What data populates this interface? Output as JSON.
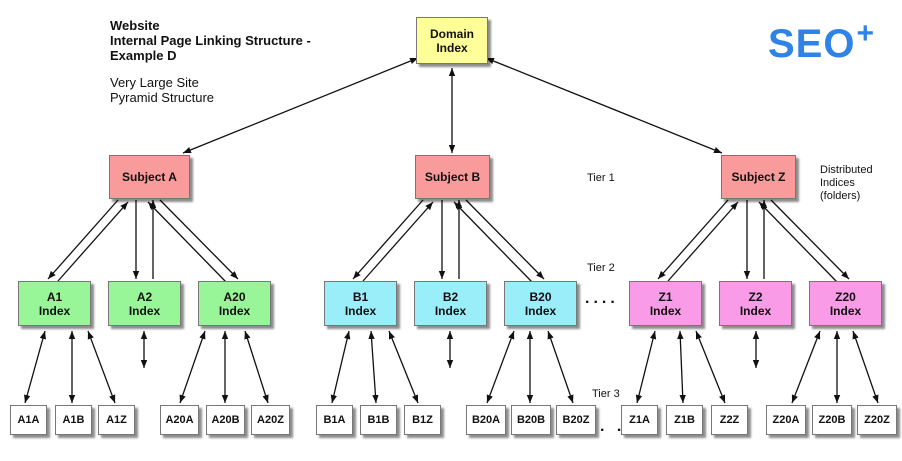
{
  "title": {
    "line1": "Website",
    "line2": "Internal Page Linking Structure -",
    "line3": "Example D",
    "line4": "Very Large Site",
    "line5": "Pyramid Structure"
  },
  "logo": {
    "text": "SEO",
    "plus": "+"
  },
  "domain": {
    "line1": "Domain",
    "line2": "Index"
  },
  "subjects": {
    "a": "Subject  A",
    "b": "Subject  B",
    "z": "Subject  Z"
  },
  "labels": {
    "tier1": "Tier 1",
    "tier2": "Tier 2",
    "tier3": "Tier 3",
    "distributed1": "Distributed",
    "distributed2": "Indices",
    "distributed3": "(folders)",
    "dots_tier2": "....",
    "dots_tier3": ". ."
  },
  "indices": {
    "a1": {
      "l1": "A1",
      "l2": "Index"
    },
    "a2": {
      "l1": "A2",
      "l2": "Index"
    },
    "a20": {
      "l1": "A20",
      "l2": "Index"
    },
    "b1": {
      "l1": "B1",
      "l2": "Index"
    },
    "b2": {
      "l1": "B2",
      "l2": "Index"
    },
    "b20": {
      "l1": "B20",
      "l2": "Index"
    },
    "z1": {
      "l1": "Z1",
      "l2": "Index"
    },
    "z2": {
      "l1": "Z2",
      "l2": "Index"
    },
    "z20": {
      "l1": "Z20",
      "l2": "Index"
    }
  },
  "pages": {
    "a1a": "A1A",
    "a1b": "A1B",
    "a1z": "A1Z",
    "a20a": "A20A",
    "a20b": "A20B",
    "a20z": "A20Z",
    "b1a": "B1A",
    "b1b": "B1B",
    "b1z": "B1Z",
    "b20a": "B20A",
    "b20b": "B20B",
    "b20z": "B20Z",
    "z1a": "Z1A",
    "z1b": "Z1B",
    "z2z": "Z2Z",
    "z20a": "Z20A",
    "z20b": "Z20B",
    "z20z": "Z20Z"
  },
  "colors": {
    "domain": "#ffff99",
    "subject": "#f99b9b",
    "tier_a": "#98f598",
    "tier_b": "#99eef9",
    "tier_z": "#f99be6",
    "logo": "#2f82e6"
  }
}
